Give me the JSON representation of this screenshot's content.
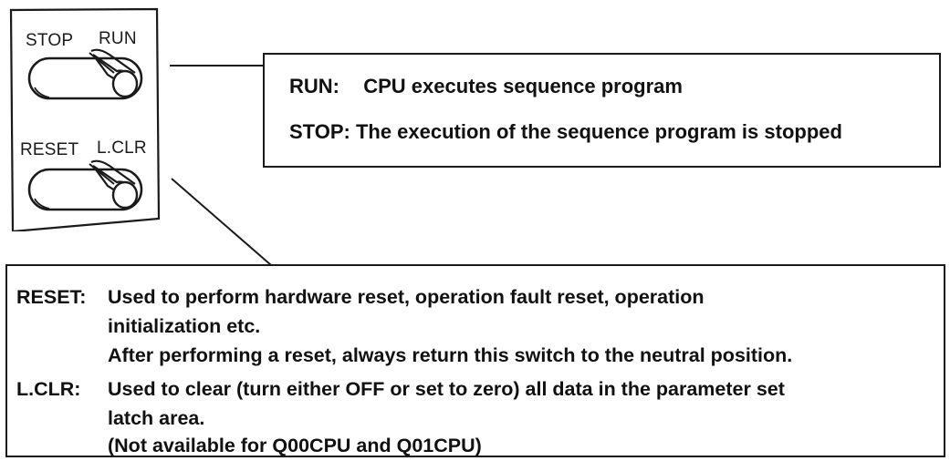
{
  "panel": {
    "label_stop": "STOP",
    "label_run": "RUN",
    "label_reset": "RESET",
    "label_lclr": "L.CLR"
  },
  "top_box": {
    "line1_key": "RUN:",
    "line1_text": "CPU executes sequence program",
    "line2_key": "STOP:",
    "line2_text": "The execution of the sequence program is stopped"
  },
  "bottom_box": {
    "reset_key": "RESET:",
    "reset_line1": "Used to perform hardware reset, operation fault reset, operation",
    "reset_line2": "initialization etc.",
    "reset_line3": "After performing a reset, always return this switch to the neutral position.",
    "lclr_key": "L.CLR:",
    "lclr_line1": "Used to clear (turn either OFF or set to zero) all data in the parameter set",
    "lclr_line2": "latch area.",
    "lclr_line3": "(Not available for Q00CPU and Q01CPU)"
  }
}
